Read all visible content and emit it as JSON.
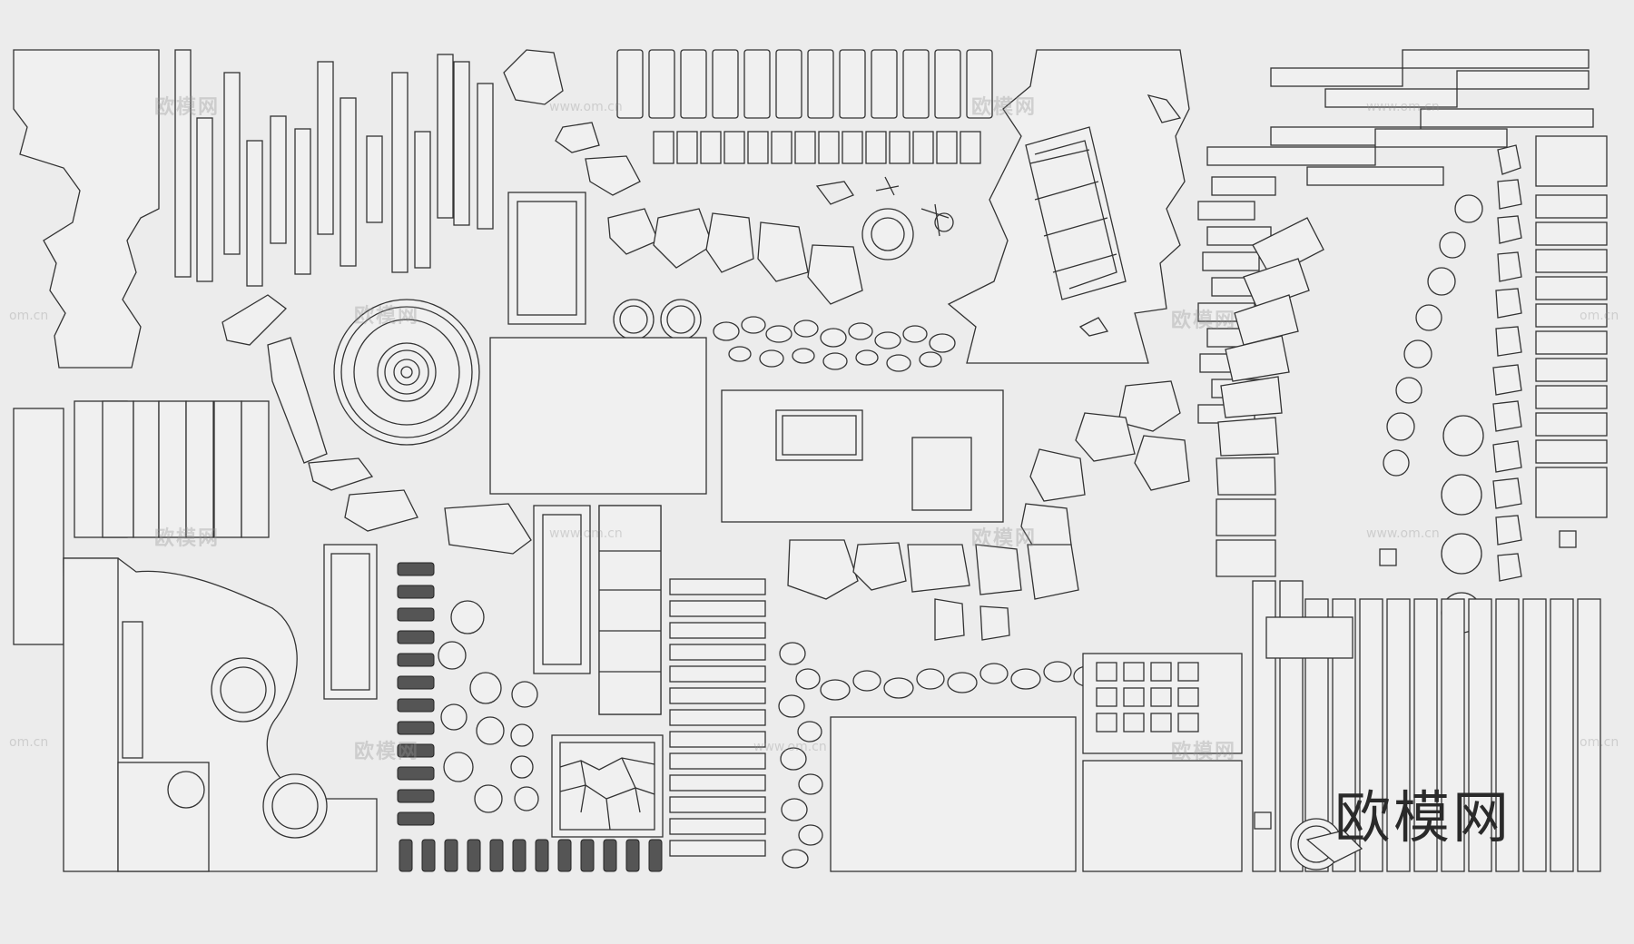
{
  "brand": {
    "mark": "欧模网",
    "watermark_text": "欧模网",
    "watermark_url": "www.om.cn",
    "watermark_domain": "om.cn"
  },
  "palette": {
    "background": "#ececec",
    "line": "#333333",
    "shape_fill": "#f0f0f0",
    "dark_fill": "#555555"
  }
}
